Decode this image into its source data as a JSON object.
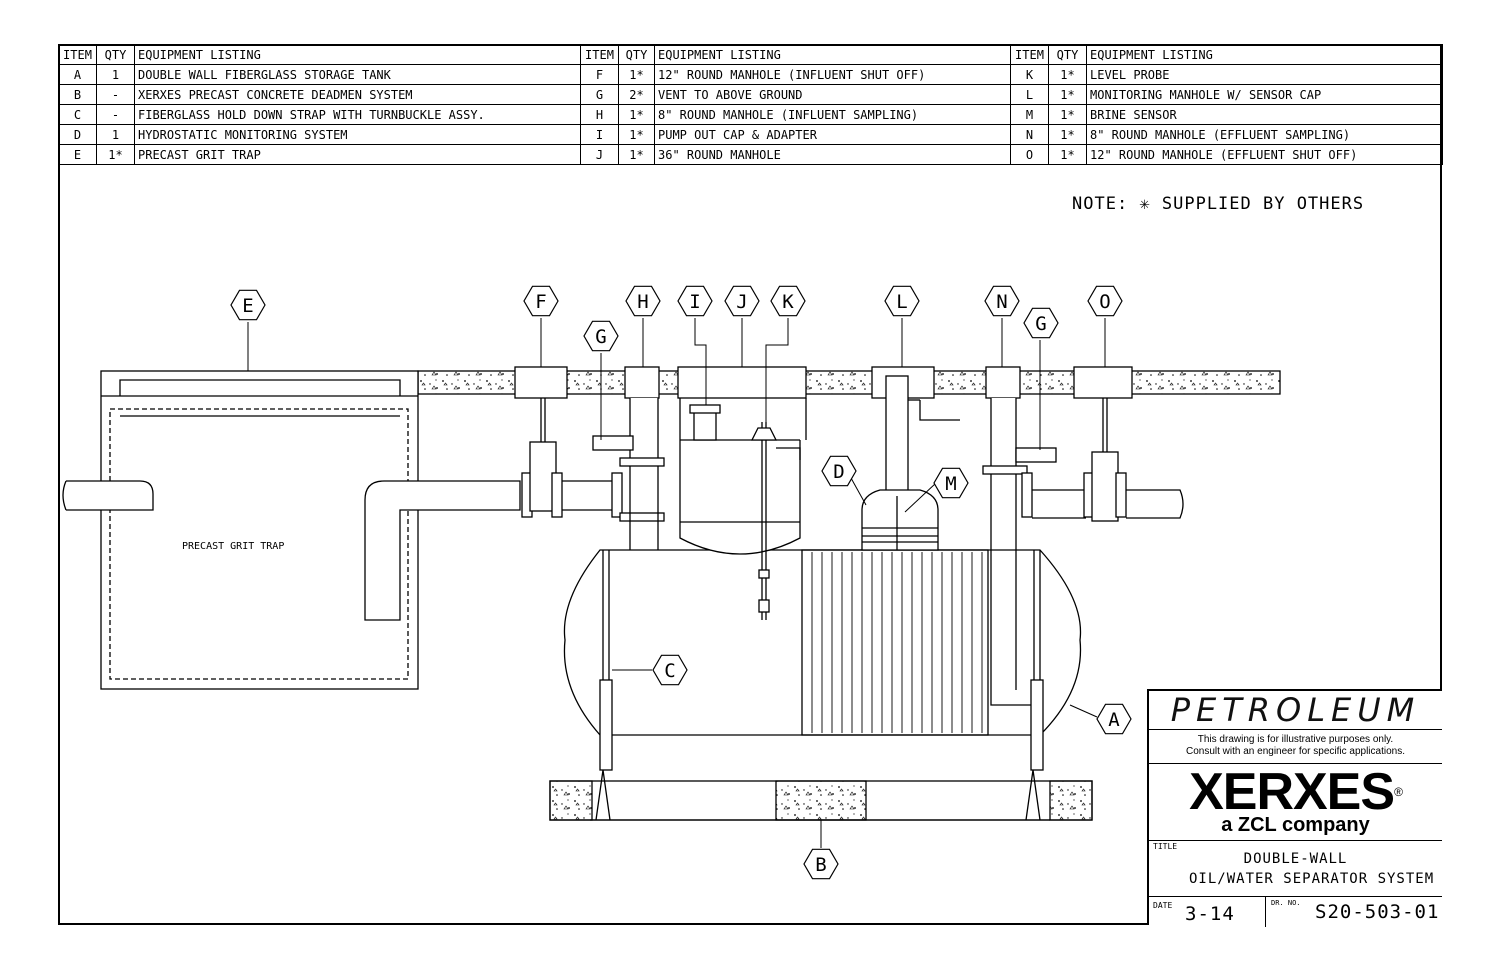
{
  "table": {
    "headers": {
      "item": "ITEM",
      "qty": "QTY",
      "listing": "EQUIPMENT LISTING"
    },
    "rows": [
      [
        {
          "item": "A",
          "qty": "1",
          "desc": "DOUBLE WALL FIBERGLASS STORAGE TANK"
        },
        {
          "item": "F",
          "qty": "1*",
          "desc": "12\" ROUND MANHOLE (INFLUENT SHUT OFF)"
        },
        {
          "item": "K",
          "qty": "1*",
          "desc": "LEVEL PROBE"
        }
      ],
      [
        {
          "item": "B",
          "qty": "-",
          "desc": "XERXES PRECAST CONCRETE DEADMEN SYSTEM"
        },
        {
          "item": "G",
          "qty": "2*",
          "desc": "VENT TO ABOVE GROUND"
        },
        {
          "item": "L",
          "qty": "1*",
          "desc": "MONITORING MANHOLE W/ SENSOR CAP"
        }
      ],
      [
        {
          "item": "C",
          "qty": "-",
          "desc": "FIBERGLASS HOLD DOWN STRAP WITH TURNBUCKLE ASSY."
        },
        {
          "item": "H",
          "qty": "1*",
          "desc": "8\" ROUND MANHOLE (INFLUENT SAMPLING)"
        },
        {
          "item": "M",
          "qty": "1*",
          "desc": "BRINE SENSOR"
        }
      ],
      [
        {
          "item": "D",
          "qty": "1",
          "desc": "HYDROSTATIC MONITORING SYSTEM"
        },
        {
          "item": "I",
          "qty": "1*",
          "desc": "PUMP OUT CAP & ADAPTER"
        },
        {
          "item": "N",
          "qty": "1*",
          "desc": "8\" ROUND MANHOLE (EFFLUENT SAMPLING)"
        }
      ],
      [
        {
          "item": "E",
          "qty": "1*",
          "desc": "PRECAST GRIT TRAP"
        },
        {
          "item": "J",
          "qty": "1*",
          "desc": "36\" ROUND MANHOLE"
        },
        {
          "item": "O",
          "qty": "1*",
          "desc": "12\" ROUND MANHOLE (EFFLUENT SHUT OFF)"
        }
      ]
    ]
  },
  "note": "NOTE:  ✳ SUPPLIED BY OTHERS",
  "drawing": {
    "grit_trap_label": "PRECAST GRIT TRAP",
    "callouts": [
      "E",
      "F",
      "G",
      "H",
      "I",
      "J",
      "K",
      "L",
      "N",
      "G",
      "O",
      "D",
      "M",
      "C",
      "A",
      "B"
    ]
  },
  "title_block": {
    "category": "PETROLEUM",
    "disclaimer_1": "This drawing is for illustrative purposes only.",
    "disclaimer_2": "Consult with an engineer for specific applications.",
    "brand": "XERXES",
    "brand_mark": "®",
    "brand_sub": "a ZCL company",
    "title_label": "TITLE",
    "title_line1": "DOUBLE-WALL",
    "title_line2": "OIL/WATER SEPARATOR SYSTEM",
    "date_label": "DATE",
    "date": "3-14",
    "drawing_no_label": "DR. NO.",
    "drawing_no": "S20-503-01"
  }
}
